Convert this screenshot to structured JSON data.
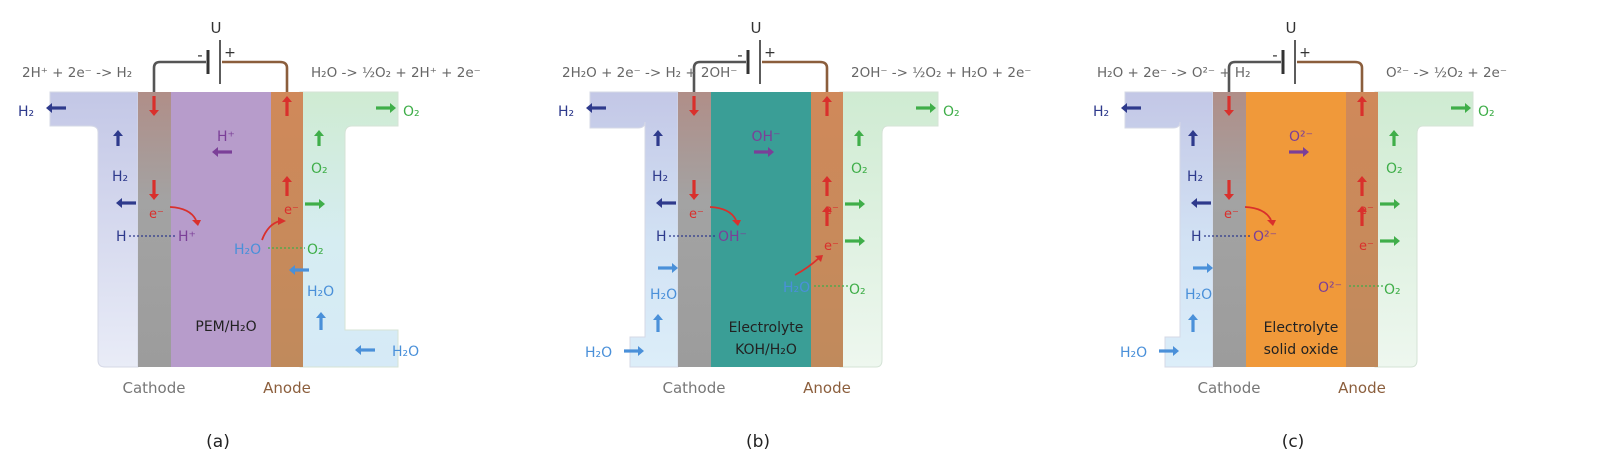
{
  "colors": {
    "h2_blue": "#2E3A8C",
    "o2_green": "#3FAE49",
    "electron_red": "#D9302C",
    "ion_purple": "#7B3F98",
    "water_blue": "#4A90D9",
    "equation_text": "#666666",
    "anode_label": "#8B5E3C",
    "cathode_label": "#777777",
    "wire_dark": "#555555",
    "wire_brown": "#8B5E3C",
    "cathode_channel": "#C3C7E6",
    "anode_channel": "#CFEBD2",
    "water_tint": "#D6EAF7",
    "cathode_electrode": "#A3A3A3",
    "anode_electrode": "#C98F5A",
    "pem_membrane": "#B79CCB",
    "koh_electrolyte": "#3A9E96",
    "solid_oxide": "#F0993A"
  },
  "panels": [
    {
      "caption": "(a)",
      "voltage": "U",
      "minus": "-",
      "plus": "+",
      "cathode_reaction": "2H⁺ + 2e⁻ -> H₂",
      "anode_reaction": "H₂O -> ½O₂ + 2H⁺ + 2e⁻",
      "electrolyte_lines": [
        "PEM/H₂O"
      ],
      "electrolyte_color": "#B79CCB",
      "ion_label": "H⁺",
      "ion_moves": "left",
      "h_link_label": "H",
      "ion_link_label": "H⁺",
      "cathode_label": "Cathode",
      "anode_label": "Anode",
      "h2_label": "H₂",
      "o2_label": "O₂",
      "water_label": "H₂O",
      "electron_label": "e⁻",
      "water_feed": "anode"
    },
    {
      "caption": "(b)",
      "voltage": "U",
      "minus": "-",
      "plus": "+",
      "cathode_reaction": "2H₂O + 2e⁻ -> H₂ + 2OH⁻",
      "anode_reaction": "2OH⁻ -> ½O₂ + H₂O + 2e⁻",
      "electrolyte_lines": [
        "Electrolyte",
        "KOH/H₂O"
      ],
      "electrolyte_color": "#3A9E96",
      "ion_label": "OH⁻",
      "ion_moves": "right",
      "h_link_label": "H",
      "ion_link_label": "OH⁻",
      "cathode_label": "Cathode",
      "anode_label": "Anode",
      "h2_label": "H₂",
      "o2_label": "O₂",
      "water_label": "H₂O",
      "electron_label": "e⁻",
      "water_feed": "cathode"
    },
    {
      "caption": "(c)",
      "voltage": "U",
      "minus": "-",
      "plus": "+",
      "cathode_reaction": "H₂O + 2e⁻ -> O²⁻ + H₂",
      "anode_reaction": "O²⁻ -> ½O₂ + 2e⁻",
      "electrolyte_lines": [
        "Electrolyte",
        "solid oxide"
      ],
      "electrolyte_color": "#F0993A",
      "ion_label": "O²⁻",
      "ion_moves": "right",
      "h_link_label": "H",
      "ion_link_label": "O²⁻",
      "cathode_label": "Cathode",
      "anode_label": "Anode",
      "h2_label": "H₂",
      "o2_label": "O₂",
      "water_label": "H₂O",
      "electron_label": "e⁻",
      "water_feed": "cathode"
    }
  ]
}
